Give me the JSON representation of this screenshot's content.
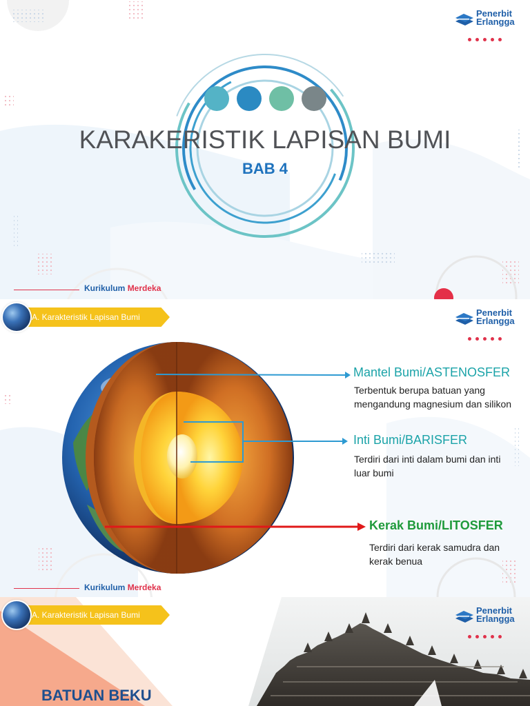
{
  "publisher": {
    "name_line1": "Penerbit",
    "name_line2": "Erlangga",
    "brand_color": "#1f5fa8",
    "dot_color": "#e0324b"
  },
  "footer": {
    "word1": "Kurikulum",
    "word2": "Merdeka",
    "word1_color": "#1f5fa8",
    "word2_color": "#e0324b"
  },
  "slide1": {
    "title": "KARAKERISTIK LAPISAN BUMI",
    "subtitle": "BAB 4",
    "circle_colors": [
      "#54b3c6",
      "#2b8ac2",
      "#6fbfa5",
      "#7a8689"
    ]
  },
  "slide2": {
    "section_label": "A. Karakteristik Lapisan Bumi",
    "layers": [
      {
        "heading": "Mantel Bumi/ASTENOSFER",
        "desc": "Terbentuk berupa batuan yang mengandung magnesium dan silikon",
        "color": "#1ba3a8"
      },
      {
        "heading": "Inti Bumi/BARISFER",
        "desc": "Terdiri dari inti dalam bumi dan inti luar bumi",
        "color": "#1ba3a8"
      },
      {
        "heading": "Kerak Bumi/LITOSFER",
        "desc": "Terdiri dari kerak samudra dan kerak benua",
        "color": "#1f9a3b"
      }
    ],
    "arrow_red": "#e01919",
    "arrow_blue": "#2d9ad2"
  },
  "slide3": {
    "section_label": "A. Karakteristik Lapisan Bumi",
    "title": "BATUAN BEKU",
    "title_color": "#1e4f8e"
  }
}
